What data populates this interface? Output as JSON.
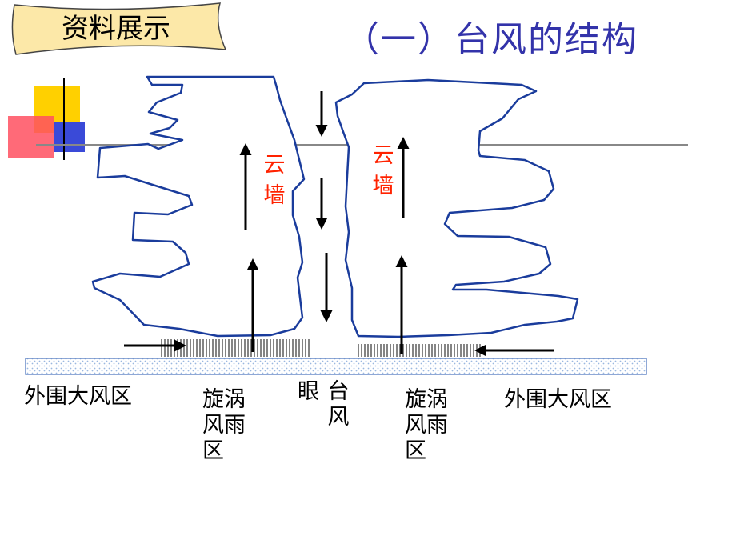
{
  "banner": {
    "text": "资料展示"
  },
  "title": "（一）台风的结构",
  "diagram": {
    "cloud_wall_left": [
      "云",
      "墙"
    ],
    "cloud_wall_right": [
      "云",
      "墙"
    ],
    "labels": {
      "outer_left": "外围大风区",
      "vortex_left": [
        "旋涡",
        "风雨",
        "区"
      ],
      "eye_a": "眼",
      "eye_b": [
        "台",
        "风"
      ],
      "vortex_right": [
        "旋涡",
        "风雨",
        "区"
      ],
      "outer_right": "外围大风区"
    }
  },
  "colors": {
    "cloud_outline": "#1a3c9c",
    "title": "#3333aa",
    "cloud_wall_text": "#ff2200",
    "banner_fill": "#fce8a8"
  }
}
